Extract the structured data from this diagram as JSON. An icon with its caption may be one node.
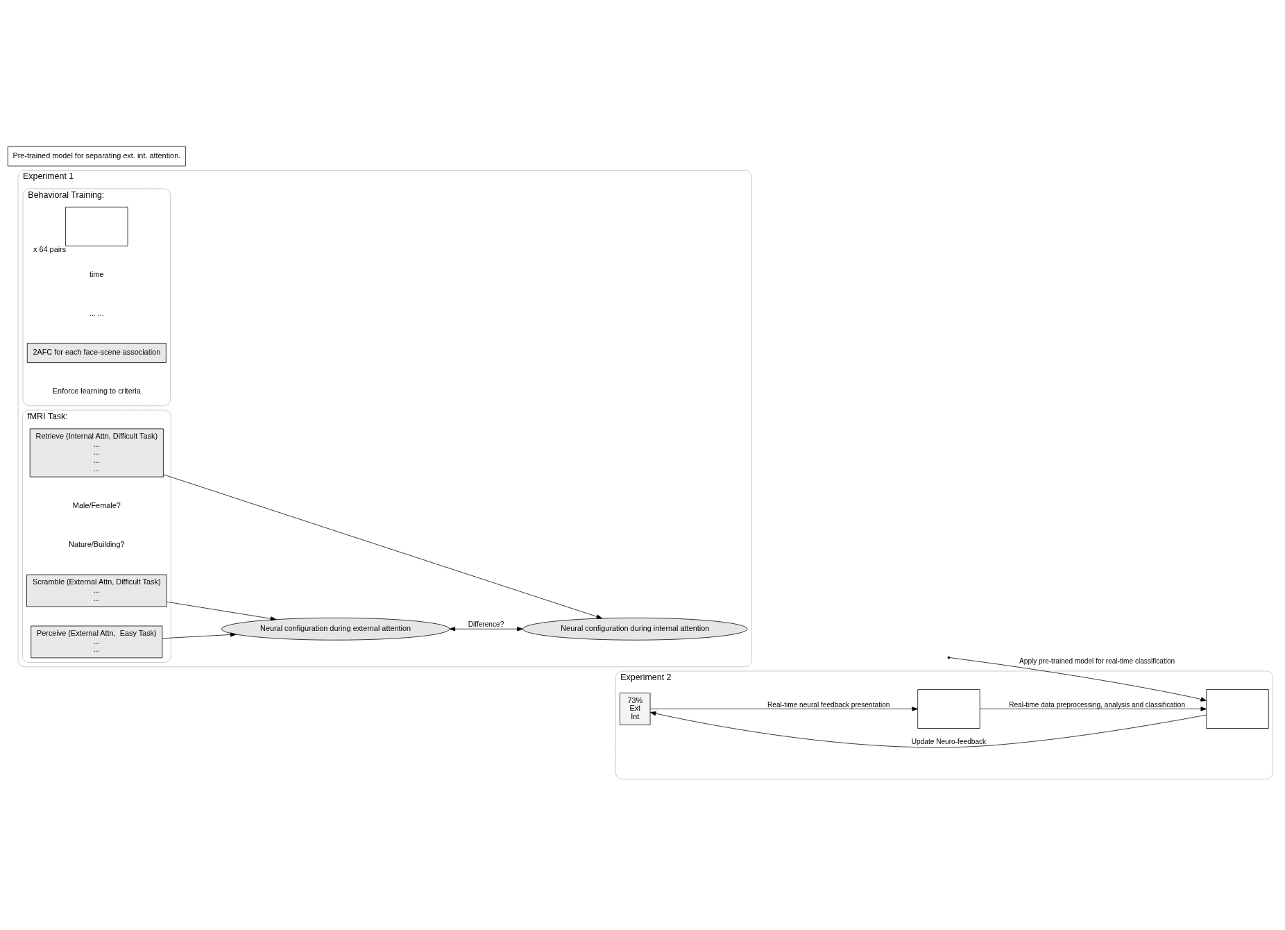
{
  "diagram": {
    "nodes": [
      {
        "text": [
          "Experiment 1"
        ]
      },
      {
        "text": [
          "Behavioral Training:"
        ],
        "in": 0
      },
      {
        "text": [],
        "shape": "box",
        "in": 1,
        "beside": [
          "x 64 pairs"
        ]
      },
      {
        "text": [
          "2AFC for each face-scene association"
        ],
        "in": 1
      },
      {
        "text": [
          "fMRI Task:"
        ],
        "in": 0
      },
      {
        "text": [
          "Perceive (External Attn,  Easy Task)",
          "...",
          "..."
        ],
        "in": 4
      },
      {
        "text": [
          "Scramble (External Attn, Difficult Task)",
          "...",
          "..."
        ],
        "in": 4
      },
      {
        "text": [
          "Retrieve (Internal Attn, Difficult Task)",
          "...",
          "...",
          "...",
          "..."
        ],
        "in": 4
      },
      {
        "text": [
          "Neural configuration during external attention"
        ],
        "in": 0
      },
      {
        "text": [
          "Neural configuration during internal attention"
        ],
        "in": 0
      },
      {
        "text": [
          "Pre-trained model for separating ext. int. attention."
        ]
      },
      {
        "text": [
          "Experiment 2"
        ]
      },
      {
        "text": [],
        "shape": "box",
        "in": 11
      },
      {
        "text": [],
        "shape": "box",
        "in": 11
      },
      {
        "text": [
          "73%",
          "Ext",
          "Int"
        ],
        "in": 11
      }
    ],
    "edges": [
      {
        "from": 5,
        "to": 8,
        "arrow": "to"
      },
      {
        "from": 6,
        "to": 8,
        "arrow": "to"
      },
      {
        "from": 7,
        "to": 9,
        "arrow": "to"
      },
      {
        "from": 8,
        "to": 9,
        "arrow": "both",
        "label": "Difference?"
      },
      {
        "from": null,
        "to": 13,
        "arrow": "to",
        "label": "Apply pre-trained model for real-time classification"
      },
      {
        "from": 12,
        "to": 13,
        "arrow": "to",
        "label": "Real-time data preprocessing, analysis and classification"
      },
      {
        "from": 13,
        "to": 14,
        "arrow": "to",
        "label": "Update Neuro-feedback"
      },
      {
        "from": 14,
        "to": 12,
        "arrow": "to",
        "label": "Real-time neural feedback presentation"
      }
    ],
    "labels": [
      "time",
      "... ...",
      "Enforce learning to criteria",
      "Male/Female?",
      "Nature/Building?"
    ]
  }
}
